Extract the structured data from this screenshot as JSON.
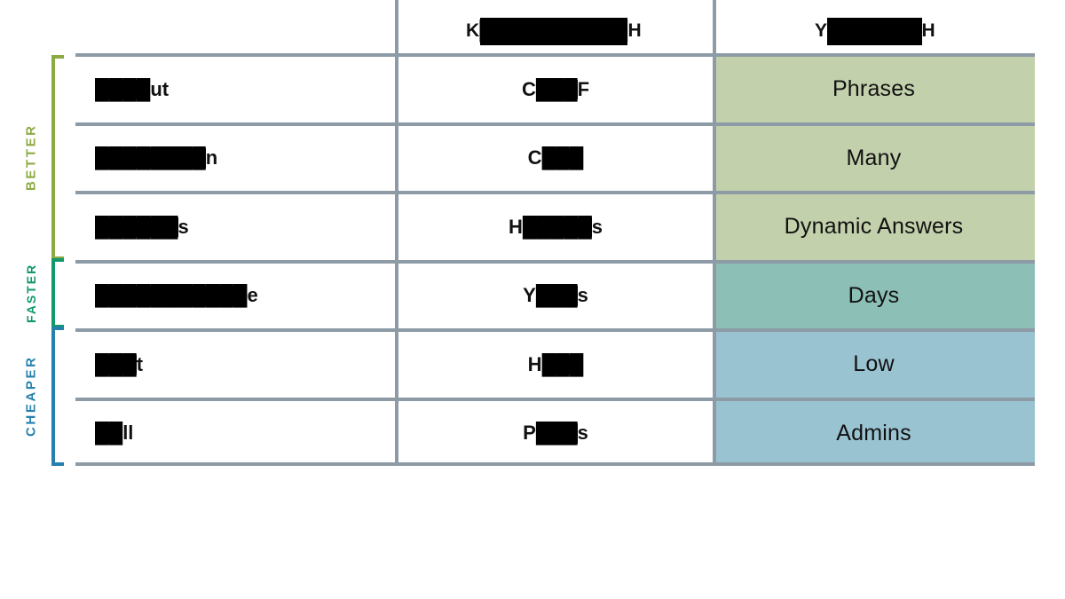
{
  "chart_data": {
    "type": "table",
    "title": "",
    "columns": [
      "",
      "K████████████H",
      "Y████████H"
    ],
    "rows": [
      {
        "label": "████ut",
        "middle": "C███F",
        "right": "Phrases",
        "group": "BETTER"
      },
      {
        "label": "████████n",
        "middle": "C███",
        "right": "Many",
        "group": "BETTER"
      },
      {
        "label": "██████s",
        "middle": "H█████s",
        "right": "Dynamic Answers",
        "group": "BETTER"
      },
      {
        "label": "███████████e",
        "middle": "Y███s",
        "right": "Days",
        "group": "FASTER"
      },
      {
        "label": "███t",
        "middle": "H███",
        "right": "Low",
        "group": "CHEAPER"
      },
      {
        "label": "██ll",
        "middle": "P███s",
        "right": "Admins",
        "group": "CHEAPER"
      }
    ],
    "row_fill_colors": [
      "#c3d0ac",
      "#c3d0ac",
      "#c3d0ac",
      "#8cbfb5",
      "#9ac3d1",
      "#9ac3d1"
    ],
    "grid": true,
    "legend": "none"
  },
  "header": {
    "column_middle": {
      "prefix": "K",
      "redacted": "███████████",
      "suffix": "H",
      "full": "K███████████H"
    },
    "column_right": {
      "prefix": "Y",
      "redacted": "███████",
      "suffix": "H",
      "full": "Y███████H"
    }
  },
  "rows": [
    {
      "label": {
        "redacted": "████",
        "suffix": "ut"
      },
      "middle": {
        "prefix": "C",
        "redacted": "███",
        "suffix": "F"
      },
      "right": "Phrases"
    },
    {
      "label": {
        "redacted": "████████",
        "suffix": "n"
      },
      "middle": {
        "prefix": "C",
        "redacted": "███",
        "suffix": ""
      },
      "right": "Many"
    },
    {
      "label": {
        "redacted": "██████",
        "suffix": "s"
      },
      "middle": {
        "prefix": "H",
        "redacted": "█████",
        "suffix": "s"
      },
      "right": "Dynamic Answers"
    },
    {
      "label": {
        "redacted": "███████████",
        "suffix": "e"
      },
      "middle": {
        "prefix": "Y",
        "redacted": "███",
        "suffix": "s"
      },
      "right": "Days"
    },
    {
      "label": {
        "redacted": "███",
        "suffix": "t"
      },
      "middle": {
        "prefix": "H",
        "redacted": "███",
        "suffix": ""
      },
      "right": "Low"
    },
    {
      "label": {
        "redacted": "██",
        "suffix": "ll"
      },
      "middle": {
        "prefix": "P",
        "redacted": "███",
        "suffix": "s"
      },
      "right": "Admins"
    }
  ],
  "groups": [
    {
      "label": "BETTER",
      "color": "#8caa43"
    },
    {
      "label": "FASTER",
      "color": "#11986b"
    },
    {
      "label": "CHEAPER",
      "color": "#2580ae"
    }
  ],
  "colors": {
    "grid_line": "#8d9ba6",
    "fill_better": "#c3d0ac",
    "fill_faster": "#8cbfb5",
    "fill_cheaper": "#9ac3d1",
    "text": "#111111",
    "background": "#ffffff"
  }
}
